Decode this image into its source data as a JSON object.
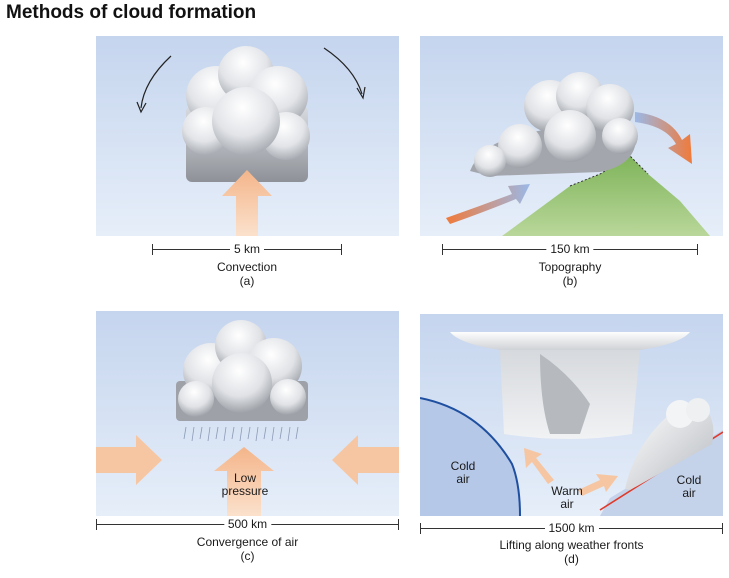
{
  "title": "Methods of cloud formation",
  "panels": [
    {
      "id": "a",
      "scale_label": "5 km",
      "caption": "Convection",
      "letter": "(a)"
    },
    {
      "id": "b",
      "scale_label": "150 km",
      "caption": "Topography",
      "letter": "(b)"
    },
    {
      "id": "c",
      "scale_label": "500 km",
      "caption": "Convergence of air",
      "letter": "(c)",
      "labels": {
        "low_pressure": "Low\npressure"
      }
    },
    {
      "id": "d",
      "scale_label": "1500 km",
      "caption": "Lifting along weather fronts",
      "letter": "(d)",
      "labels": {
        "cold_air_left": "Cold\nair",
        "warm_air": "Warm\nair",
        "cold_air_right": "Cold\nair"
      }
    }
  ],
  "colors": {
    "sky_top": "#c9d8ef",
    "sky_bottom": "#e3ecf8",
    "arrow_peach": "#f6c6a2",
    "arrow_orange": "#ee7a3e",
    "mountain_green": "#8fbf6a",
    "front_red": "#e03a2a",
    "front_blue": "#1f4fa0"
  }
}
